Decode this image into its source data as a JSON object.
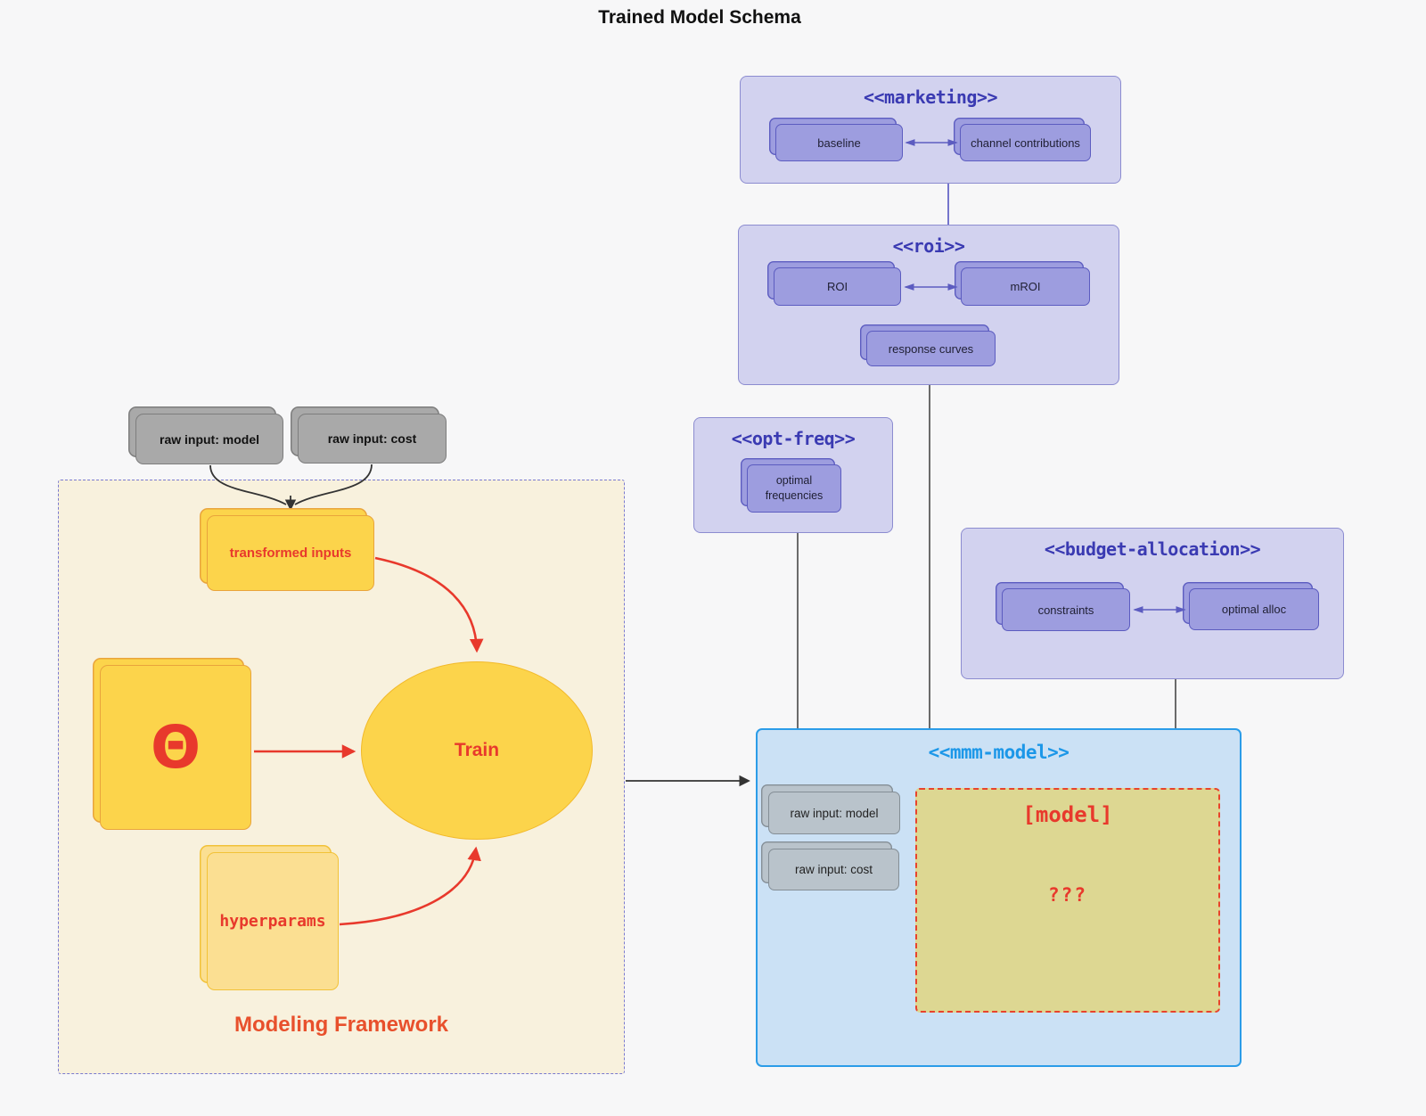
{
  "title": "Trained Model Schema",
  "palette": {
    "background": "#f7f7f8",
    "namespace_fill": "#d2d2ef",
    "namespace_border": "#8c8cd0",
    "namespace_title_color": "#3a3ab2",
    "class_node_fill": "#9d9ddf",
    "class_node_border": "#5c5cc0",
    "mmm_fill": "#cbe1f5",
    "mmm_border": "#2b9ce8",
    "mmm_title_color": "#1c97e8",
    "model_box_fill": "#ddd792",
    "red_accent": "#e8392c",
    "framework_fill": "#f8f1dd",
    "framework_border": "#7a7ad0",
    "framework_label_color": "#e8502c",
    "yellow_fill": "#fcd44b",
    "light_yellow_fill": "#fbdf92",
    "gray_node_fill": "#a9a9a9",
    "bluegray_node_fill": "#b9c3cb"
  },
  "namespaces": {
    "marketing": {
      "title": "<<marketing>>",
      "nodes": {
        "baseline": "baseline",
        "channel_contributions": "channel contributions"
      }
    },
    "roi": {
      "title": "<<roi>>",
      "nodes": {
        "roi": "ROI",
        "mroi": "mROI",
        "response_curves": "response curves"
      }
    },
    "opt_freq": {
      "title": "<<opt-freq>>",
      "nodes": {
        "optimal_frequencies": "optimal frequencies"
      }
    },
    "budget_allocation": {
      "title": "<<budget-allocation>>",
      "nodes": {
        "constraints": "constraints",
        "optimal_alloc": "optimal alloc"
      }
    },
    "mmm_model": {
      "title": "<<mmm-model>>",
      "nodes": {
        "raw_input_model": "raw input: model",
        "raw_input_cost": "raw input: cost",
        "model_title": "[model]",
        "model_unknown": "???"
      }
    }
  },
  "framework": {
    "label": "Modeling Framework",
    "nodes": {
      "raw_input_model": "raw input: model",
      "raw_input_cost": "raw input: cost",
      "transformed_inputs": "transformed inputs",
      "theta": "Θ",
      "train": "Train",
      "hyperparams": "hyperparams"
    }
  }
}
